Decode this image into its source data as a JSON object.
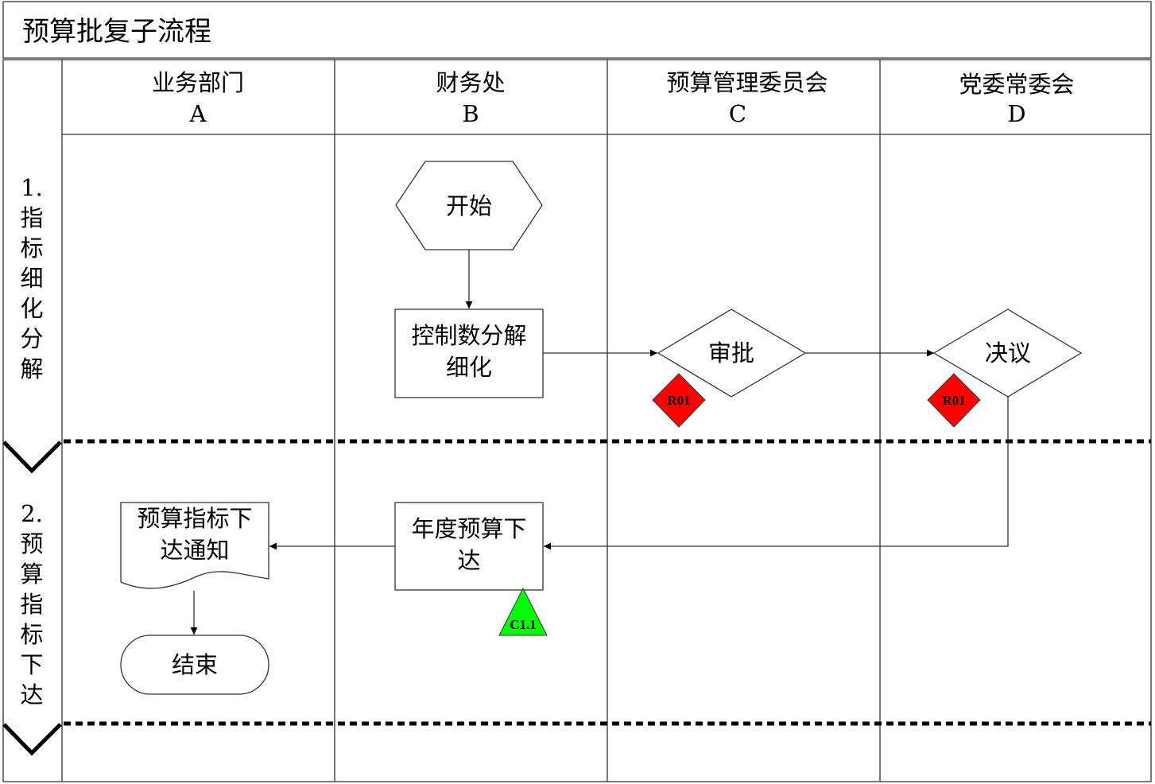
{
  "title": "预算批复子流程",
  "lanes": [
    {
      "name": "业务部门",
      "code": "A"
    },
    {
      "name": "财务处",
      "code": "B"
    },
    {
      "name": "预算管理委员会",
      "code": "C"
    },
    {
      "name": "党委常委会",
      "code": "D"
    }
  ],
  "stages": [
    {
      "number": "1.",
      "chars": [
        "指",
        "标",
        "细",
        "化",
        "分",
        "解"
      ]
    },
    {
      "number": "2.",
      "chars": [
        "预",
        "算",
        "指",
        "标",
        "下",
        "达"
      ]
    }
  ],
  "nodes": {
    "start": {
      "label": "开始",
      "shape": "hexagon"
    },
    "decompose": {
      "lines": [
        "控制数分解",
        "细化"
      ],
      "shape": "rectangle"
    },
    "approve": {
      "label": "审批",
      "shape": "diamond"
    },
    "resolution": {
      "label": "决议",
      "shape": "diamond"
    },
    "issue": {
      "lines": [
        "年度预算下",
        "达"
      ],
      "shape": "rectangle"
    },
    "notice": {
      "lines": [
        "预算指标下",
        "达通知"
      ],
      "shape": "document"
    },
    "end": {
      "label": "结束",
      "shape": "terminator"
    }
  },
  "markers": {
    "risk_approve": {
      "label": "R01",
      "color": "#ff0000",
      "shape": "diamond"
    },
    "risk_resolution": {
      "label": "R01",
      "color": "#ff0000",
      "shape": "diamond"
    },
    "control_issue": {
      "label": "C1.1",
      "color": "#00ff00",
      "shape": "triangle"
    }
  },
  "edges": [
    {
      "from": "start",
      "to": "decompose"
    },
    {
      "from": "decompose",
      "to": "approve"
    },
    {
      "from": "approve",
      "to": "resolution"
    },
    {
      "from": "resolution",
      "to": "issue"
    },
    {
      "from": "issue",
      "to": "notice"
    },
    {
      "from": "notice",
      "to": "end"
    }
  ]
}
